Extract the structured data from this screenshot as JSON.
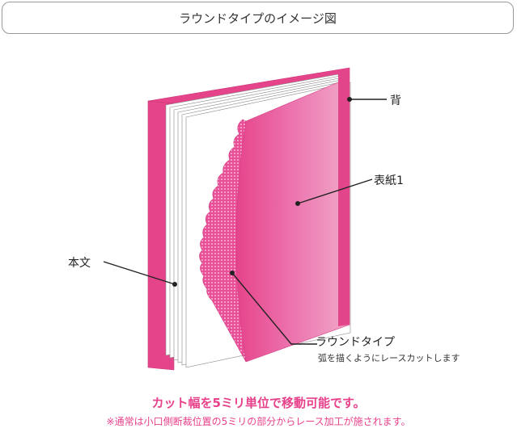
{
  "title": "ラウンドタイプのイメージ図",
  "labels": {
    "spine": "背",
    "cover": "表紙1",
    "body_text": "本文",
    "round_type": "ラウンドタイプ",
    "round_type_desc": "弧を描くようにレースカットします"
  },
  "footer": {
    "main": "カット幅を5ミリ単位で移動可能です。",
    "note": "※通常は小口側断裁位置の5ミリの部分からレース加工が施されます。"
  },
  "colors": {
    "cover_pink": "#e8509a",
    "cover_light": "#f0a6c8",
    "back_cover": "#e6448a",
    "accent_text": "#e8418b"
  }
}
